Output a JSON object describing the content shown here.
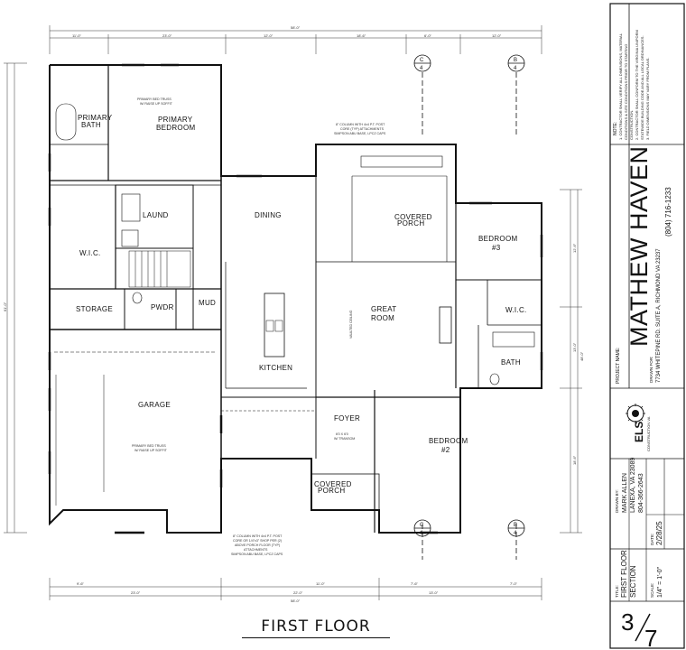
{
  "plan": {
    "title": "FIRST FLOOR",
    "rooms": {
      "primary_bedroom_1": "PRIMARY",
      "primary_bedroom_2": "BEDROOM",
      "primary_bath_1": "PRIMARY",
      "primary_bath_2": "BATH",
      "laund": "LAUND",
      "wic_left": "W.I.C.",
      "storage": "STORAGE",
      "pwdr": "PWDR",
      "mud": "MUD",
      "dining": "DINING",
      "kitchen": "KITCHEN",
      "covered_porch_rear_1": "COVERED",
      "covered_porch_rear_2": "PORCH",
      "great_room_1": "GREAT",
      "great_room_2": "ROOM",
      "bedroom3_1": "BEDROOM",
      "bedroom3_2": "#3",
      "wic_right": "W.I.C.",
      "bath": "BATH",
      "garage": "GARAGE",
      "foyer": "FOYER",
      "bedroom2_1": "BEDROOM",
      "bedroom2_2": "#2",
      "covered_porch_front_1": "COVERED",
      "covered_porch_front_2": "PORCH"
    },
    "section_marks": [
      {
        "num": "C",
        "sheet": "4"
      },
      {
        "num": "B",
        "sheet": "4"
      },
      {
        "num": "C",
        "sheet": "4"
      },
      {
        "num": "B",
        "sheet": "4"
      }
    ],
    "dims": {
      "top_overall": "58'-0\"",
      "top_1": "11'-0\"",
      "top_2": "23'-0\"",
      "top_3": "12'-0\"",
      "top_4": "18'-6\"",
      "top_5": "6'-0\"",
      "top_6": "12'-0\"",
      "bottom_overall": "58'-0\"",
      "bottom_1": "23'-0\"",
      "bottom_2": "22'-0\"",
      "bottom_3": "13'-0\"",
      "bottom_4": "9'-6\"",
      "bottom_5": "11'-0\"",
      "bottom_6": "7'-6\"",
      "bottom_7": "7'-0\"",
      "left_overall": "61'-0\"",
      "right_overall": "48'-0\"",
      "right_1": "12'-6\"",
      "right_2": "13'-0\"",
      "right_3": "18'-6\""
    },
    "notes": {
      "bed_tray_1": "PRIMARY BED TRUSS",
      "bed_tray_2": "W/ RAISE UP SOFFIT",
      "garage_tray_1": "PRIMARY BED TRUSS",
      "garage_tray_2": "W/ RAISE UP SOFFIT",
      "porch_col_1": "8\" COLUMN WITH 4x4 P.T. POST",
      "porch_col_2": "CORE (TYP) ATTACHMENTS",
      "porch_col_3": "SIMPSON ABU BASE, LPCZ CAPS",
      "front_col_1": "8\" COLUMN WITH 4x4 P.T. POST",
      "front_col_2": "CORE OR 1/4\"x3\" SHOP PER  (2)",
      "front_col_3": "ABOVE PORCH FLOOR (TYP)",
      "front_col_4": "ATTACHMENTS",
      "front_col_5": "SIMPSON ABU BASE, LPCZ CAPS",
      "foyer_window_1": "6'0 X 6'0",
      "foyer_window_2": "W/ TRANSOM",
      "great_ceiling": "VAULTED CEILING"
    }
  },
  "title_block": {
    "notes_heading": "NOTE:",
    "notes": [
      "1. CONTRACTOR SHALL VERIFY ALL DIMENSIONS, MATERIAL",
      "CONDITIONS & SITE CONDITIONS PRIOR TO STARTING",
      "CONSTRUCTION.",
      "2. CONTRACTOR SHALL CONFORM TO THE VIRGINIA UNIFORM",
      "STATEWIDE BUILDING CODE AND ALL LOCAL ORDINANCES.",
      "3. FIELD DIMENSIONS MAY VARY FROM PLANS."
    ],
    "project_label": "PROJECT NAME:",
    "project_name": "MATHEW  HAVEN",
    "drawn_for_label": "DRAWN FOR:",
    "drawn_for_1": "7734 WHITEPINE RD. SUITE A, RICHMOND VA 23237",
    "drawn_for_2": "(804) 716-1233",
    "logo_letters": "ELS",
    "logo_sub": "CONSTRUCTION VA",
    "drawn_by_label": "DRAWN BY:",
    "drawn_by_1": "MARK ALLEN",
    "drawn_by_2": "LANEXA, VA 23089",
    "drawn_by_3": "804-366-2643",
    "date_label": "DATE:",
    "date": "2/28/25",
    "title_label": "TITLE:",
    "title_1": "FIRST FLOOR",
    "title_2": "SECTION",
    "scale_label": "SCALE:",
    "scale": "1/4\" = 1'-0\"",
    "sheet_top": "3",
    "sheet_bottom": "7"
  }
}
